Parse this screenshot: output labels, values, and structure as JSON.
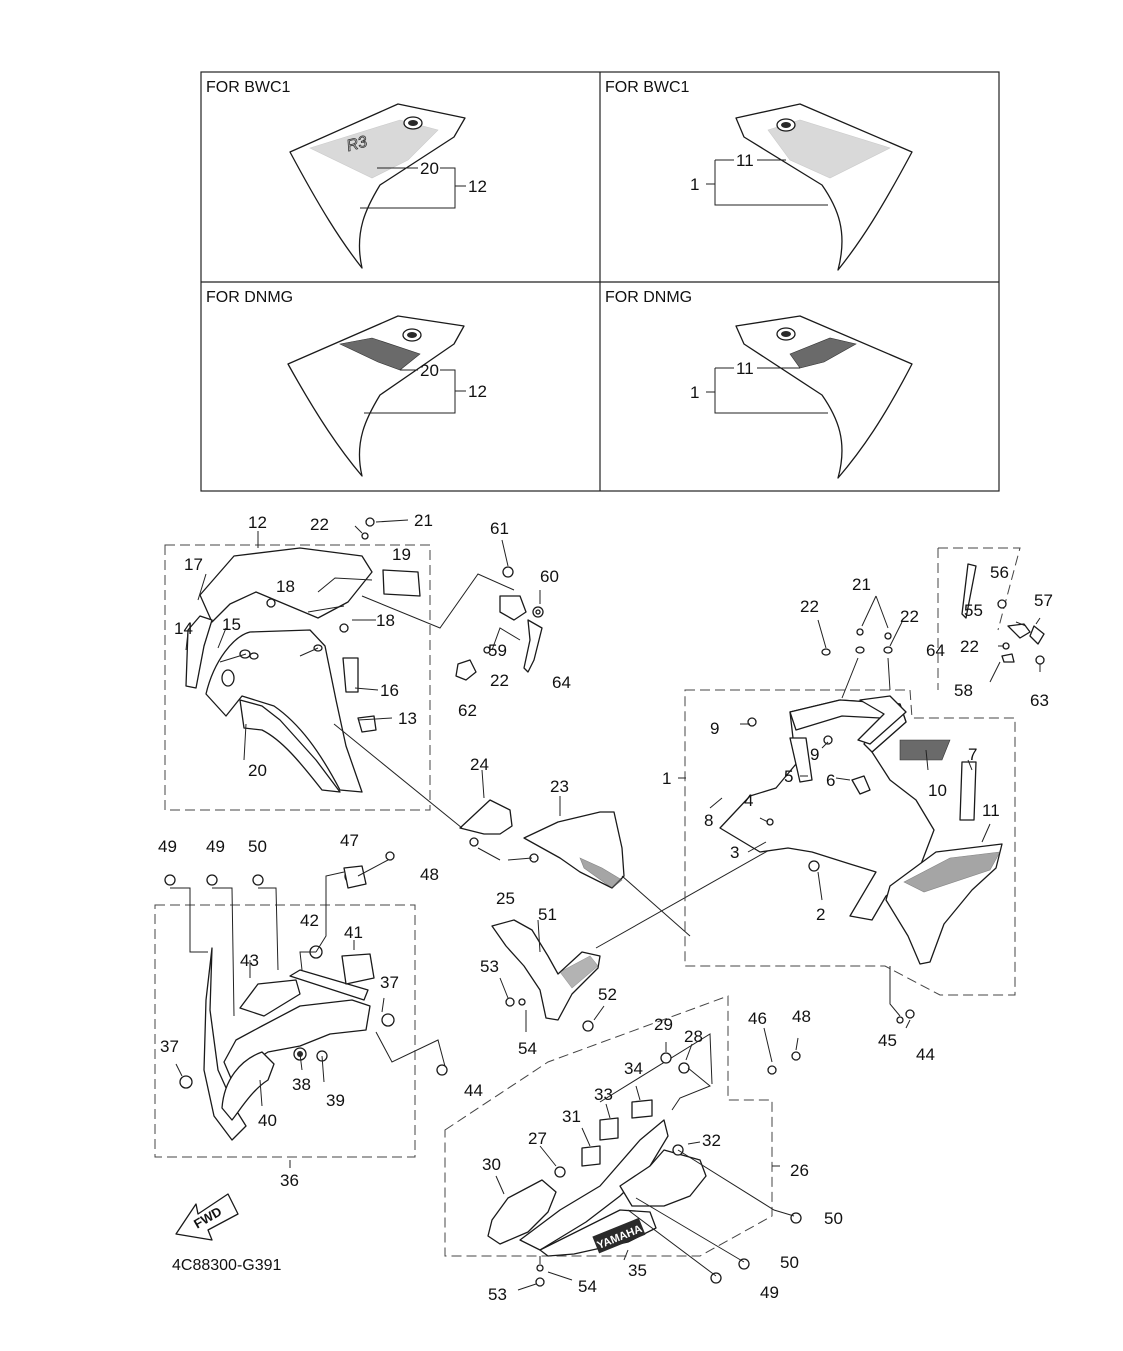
{
  "variant_panels": [
    {
      "id": "tl",
      "title": "FOR BWC1",
      "callouts": [
        "20",
        "12"
      ]
    },
    {
      "id": "tr",
      "title": "FOR BWC1",
      "callouts": [
        "11",
        "1"
      ]
    },
    {
      "id": "bl",
      "title": "FOR DNMG",
      "callouts": [
        "20",
        "12"
      ]
    },
    {
      "id": "br",
      "title": "FOR DNMG",
      "callouts": [
        "11",
        "1"
      ]
    }
  ],
  "callouts": {
    "c1": "1",
    "c2": "2",
    "c3": "3",
    "c4": "4",
    "c5": "5",
    "c6": "6",
    "c7": "7",
    "c8": "8",
    "c9a": "9",
    "c9b": "9",
    "c10": "10",
    "c11": "11",
    "c12": "12",
    "c13": "13",
    "c14": "14",
    "c15": "15",
    "c16": "16",
    "c17": "17",
    "c18a": "18",
    "c18b": "18",
    "c19": "19",
    "c20": "20",
    "c21a": "21",
    "c21b": "21",
    "c22a": "22",
    "c22b": "22",
    "c22c": "22",
    "c22d": "22",
    "c22e": "22",
    "c23": "23",
    "c24": "24",
    "c25": "25",
    "c26": "26",
    "c27": "27",
    "c28": "28",
    "c29": "29",
    "c30": "30",
    "c31": "31",
    "c32": "32",
    "c33": "33",
    "c34": "34",
    "c35": "35",
    "c36": "36",
    "c37a": "37",
    "c37b": "37",
    "c38": "38",
    "c39": "39",
    "c40": "40",
    "c41": "41",
    "c42": "42",
    "c43": "43",
    "c44a": "44",
    "c44b": "44",
    "c45": "45",
    "c46": "46",
    "c47": "47",
    "c48a": "48",
    "c48b": "48",
    "c49a": "49",
    "c49b": "49",
    "c49c": "49",
    "c50a": "50",
    "c50b": "50",
    "c50c": "50",
    "c51": "51",
    "c52": "52",
    "c53a": "53",
    "c53b": "53",
    "c54a": "54",
    "c54b": "54",
    "c55": "55",
    "c56": "56",
    "c57": "57",
    "c58": "58",
    "c59": "59",
    "c60": "60",
    "c61": "61",
    "c62": "62",
    "c63": "63",
    "c64a": "64",
    "c64b": "64"
  },
  "fwd_label": "FWD",
  "decal_text": "YAMAHA",
  "diagram_code": "4C88300-G391"
}
